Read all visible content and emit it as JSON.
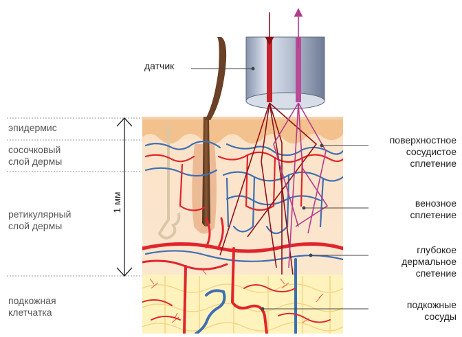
{
  "labels": {
    "probe": "датчик",
    "epidermis": "эпидермис",
    "papillary": [
      "сосочковый",
      "слой дермы"
    ],
    "reticular": [
      "ретикулярный",
      "слой дермы"
    ],
    "subcutis": [
      "подкожная",
      "клетчатка"
    ],
    "scale": "1 мм",
    "superficial_plexus": [
      "поверхностное",
      "сосудистое",
      "сплетение"
    ],
    "venous_plexus": [
      "венозное",
      "сплетение"
    ],
    "deep_plexus": [
      "глубокое",
      "дермальное",
      "спетение"
    ],
    "subcutaneous_vessels": [
      "подкожные",
      "сосуды"
    ]
  },
  "colors": {
    "artery": "#e1252c",
    "vein": "#3f6fb3",
    "probe_body": "#c9d3e2",
    "dermis": "#fbe2c4",
    "fat": "#fff2b8",
    "hair": "#6a4026",
    "incident_beam": "#8f1018",
    "return_beam": "#b43a8c"
  }
}
